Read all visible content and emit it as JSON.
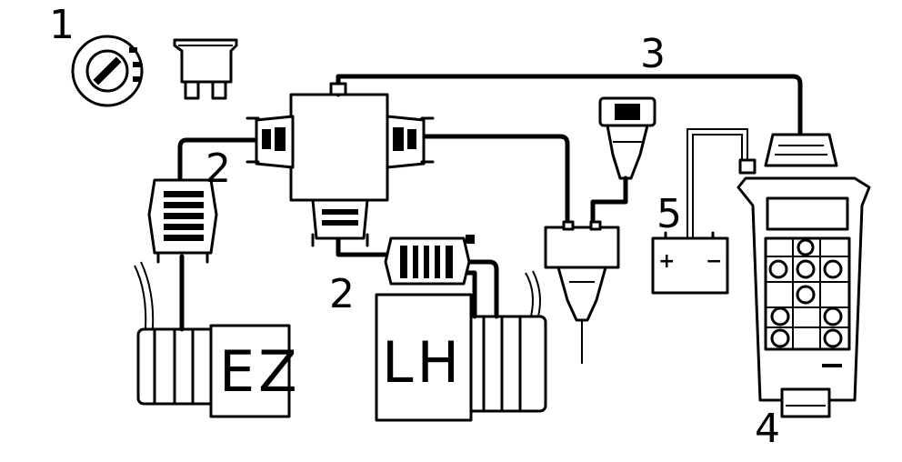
{
  "labels": {
    "callout_1": "1",
    "callout_2a": "2",
    "callout_2b": "2",
    "callout_3": "3",
    "callout_4": "4",
    "callout_5": "5",
    "unit_ez": "EZ",
    "unit_lh": "LH",
    "battery_plus": "+",
    "battery_minus": "−"
  },
  "icons": {
    "ignition_switch": "ignition-switch-icon",
    "fuse": "fuse-icon",
    "battery": "battery-icon",
    "tester": "handheld-tester-icon",
    "ignition_coil": "ignition-coil-icon"
  },
  "colors": {
    "ink": "#000000",
    "paper": "#ffffff"
  }
}
